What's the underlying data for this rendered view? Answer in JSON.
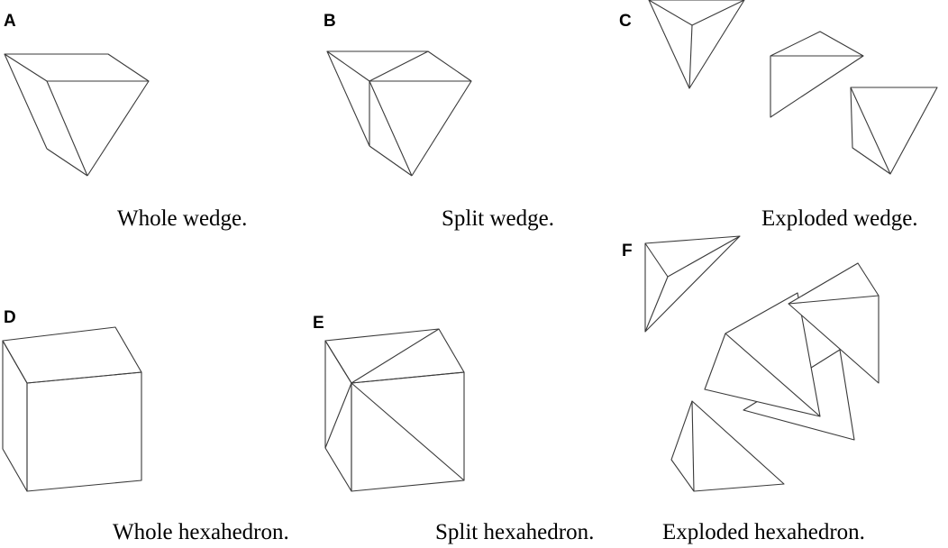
{
  "panels": [
    {
      "letter": "A",
      "caption": "Whole wedge."
    },
    {
      "letter": "B",
      "caption": "Split wedge."
    },
    {
      "letter": "C",
      "caption": "Exploded wedge."
    },
    {
      "letter": "D",
      "caption": "Whole hexahedron."
    },
    {
      "letter": "E",
      "caption": "Split hexahedron."
    },
    {
      "letter": "F",
      "caption": "Exploded hexahedron."
    }
  ],
  "colors": {
    "line": "#3a3a3a",
    "text": "#000000",
    "background": "#ffffff"
  }
}
